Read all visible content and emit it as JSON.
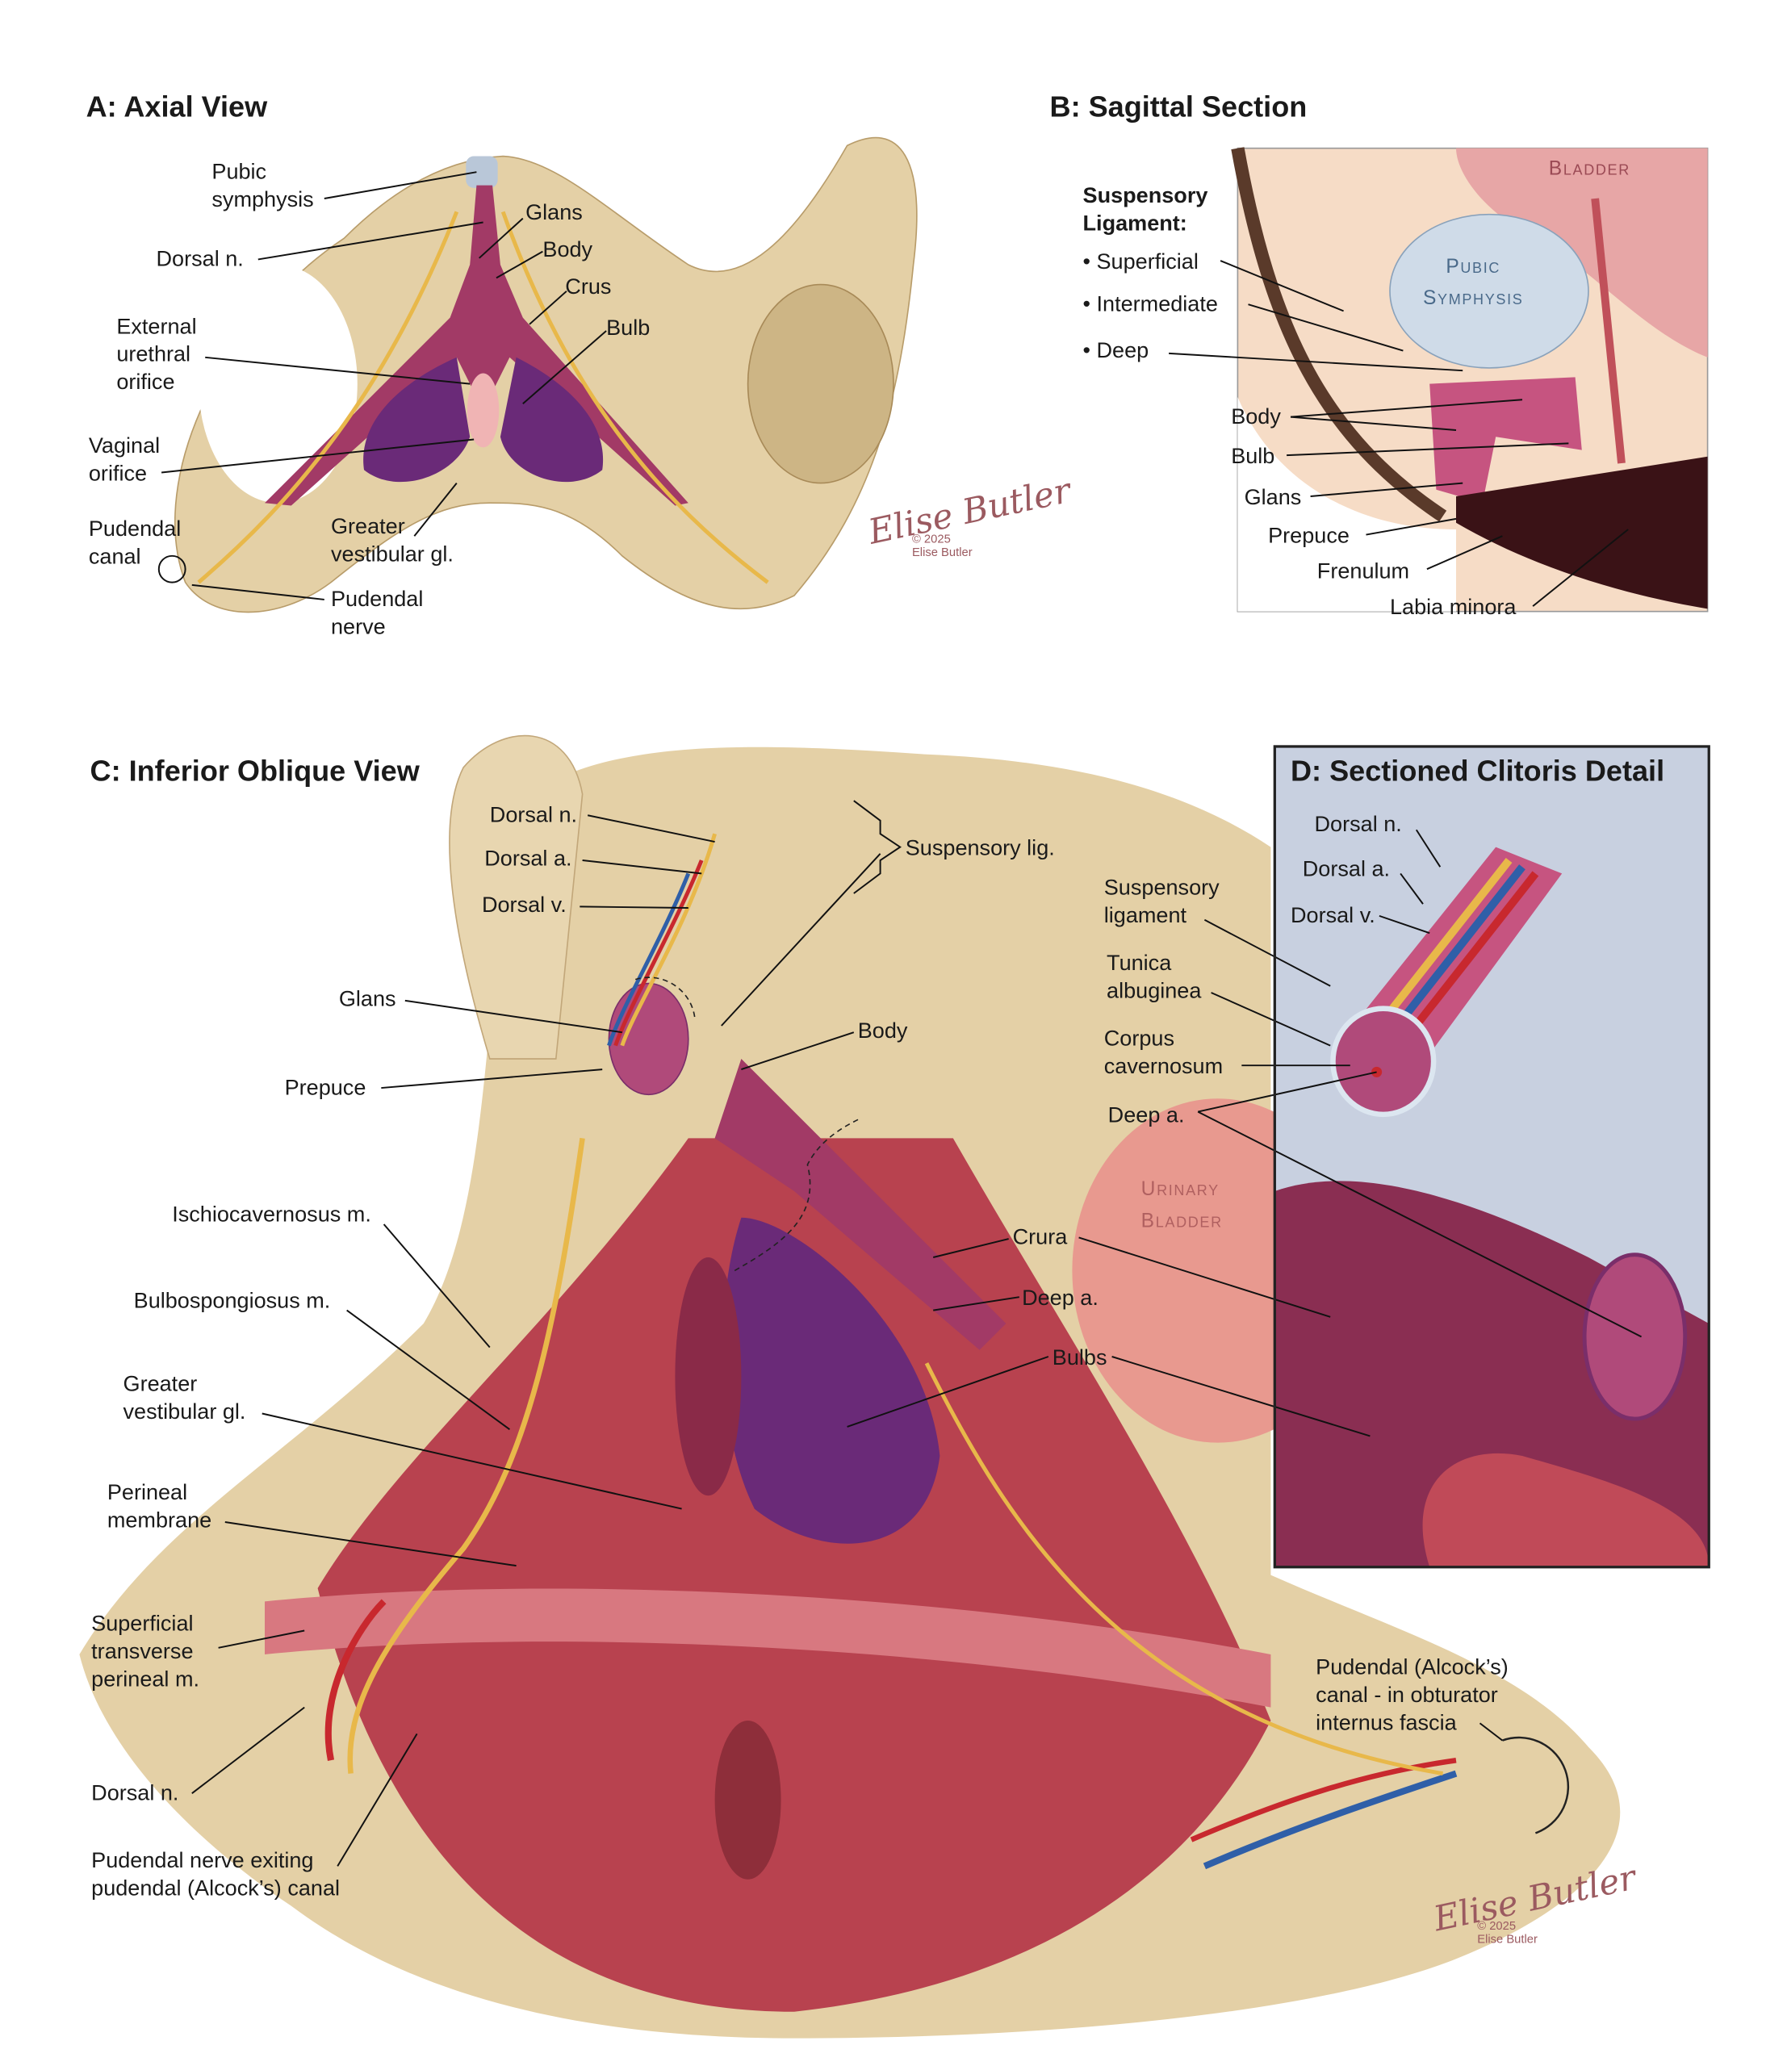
{
  "panels": {
    "a": {
      "title": "A: Axial View",
      "labels": {
        "pubic_symphysis": "Pubic\nsymphysis",
        "dorsal_n": "Dorsal n.",
        "glans": "Glans",
        "body": "Body",
        "crus": "Crus",
        "bulb": "Bulb",
        "external_urethral_orifice": "External\nurethral\norifice",
        "vaginal_orifice": "Vaginal\norifice",
        "pudendal_canal": "Pudendal\ncanal",
        "greater_vestibular_gl": "Greater\nvestibular gl.",
        "pudendal_nerve": "Pudendal\nnerve"
      }
    },
    "b": {
      "title": "B: Sagittal Section",
      "labels": {
        "suspensory_ligament": "Suspensory\nLigament:",
        "superficial": "• Superficial",
        "intermediate": "• Intermediate",
        "deep": "• Deep",
        "body": "Body",
        "bulb": "Bulb",
        "glans": "Glans",
        "prepuce": "Prepuce",
        "frenulum": "Frenulum",
        "labia_minora": "Labia minora",
        "bladder": "Bladder",
        "pubic_symphysis": "Pubic\nSymphysis"
      }
    },
    "c": {
      "title": "C: Inferior Oblique View",
      "labels": {
        "dorsal_n": "Dorsal n.",
        "dorsal_a": "Dorsal a.",
        "dorsal_v": "Dorsal v.",
        "suspensory_lig": "Suspensory lig.",
        "glans": "Glans",
        "body": "Body",
        "prepuce": "Prepuce",
        "ischiocavernosus": "Ischiocavernosus m.",
        "bulbospongiosus": "Bulbospongiosus m.",
        "greater_vestibular_gl": "Greater\nvestibular gl.",
        "crura": "Crura",
        "deep_a": "Deep a.",
        "bulbs": "Bulbs",
        "perineal_membrane": "Perineal\nmembrane",
        "superficial_transverse": "Superficial\ntransverse\nperineal m.",
        "dorsal_n_lower": "Dorsal n.",
        "pudendal_nerve_exiting": "Pudendal nerve exiting\npudendal (Alcock’s) canal",
        "urinary_bladder": "Urinary\nBladder",
        "pudendal_canal": "Pudendal (Alcock’s)\ncanal - in obturator\ninternus fascia"
      }
    },
    "d": {
      "title": "D: Sectioned Clitoris Detail",
      "labels": {
        "dorsal_n": "Dorsal n.",
        "dorsal_a": "Dorsal a.",
        "dorsal_v": "Dorsal v.",
        "suspensory_ligament": "Suspensory\nligament",
        "tunica_albuginea": "Tunica\nalbuginea",
        "corpus_cavernosum": "Corpus\ncavernosum",
        "deep_a": "Deep a."
      }
    }
  },
  "signature": {
    "name": "Elise Butler",
    "copyright": "© 2025\nElise Butler"
  },
  "colors": {
    "bone": "#e4d0a6",
    "muscle": "#b8424f",
    "erectile": "#7b2d6b",
    "nerve": "#e8b84a",
    "artery": "#c8282e",
    "vein": "#2f5fa8",
    "signature": "#9b5a60"
  }
}
